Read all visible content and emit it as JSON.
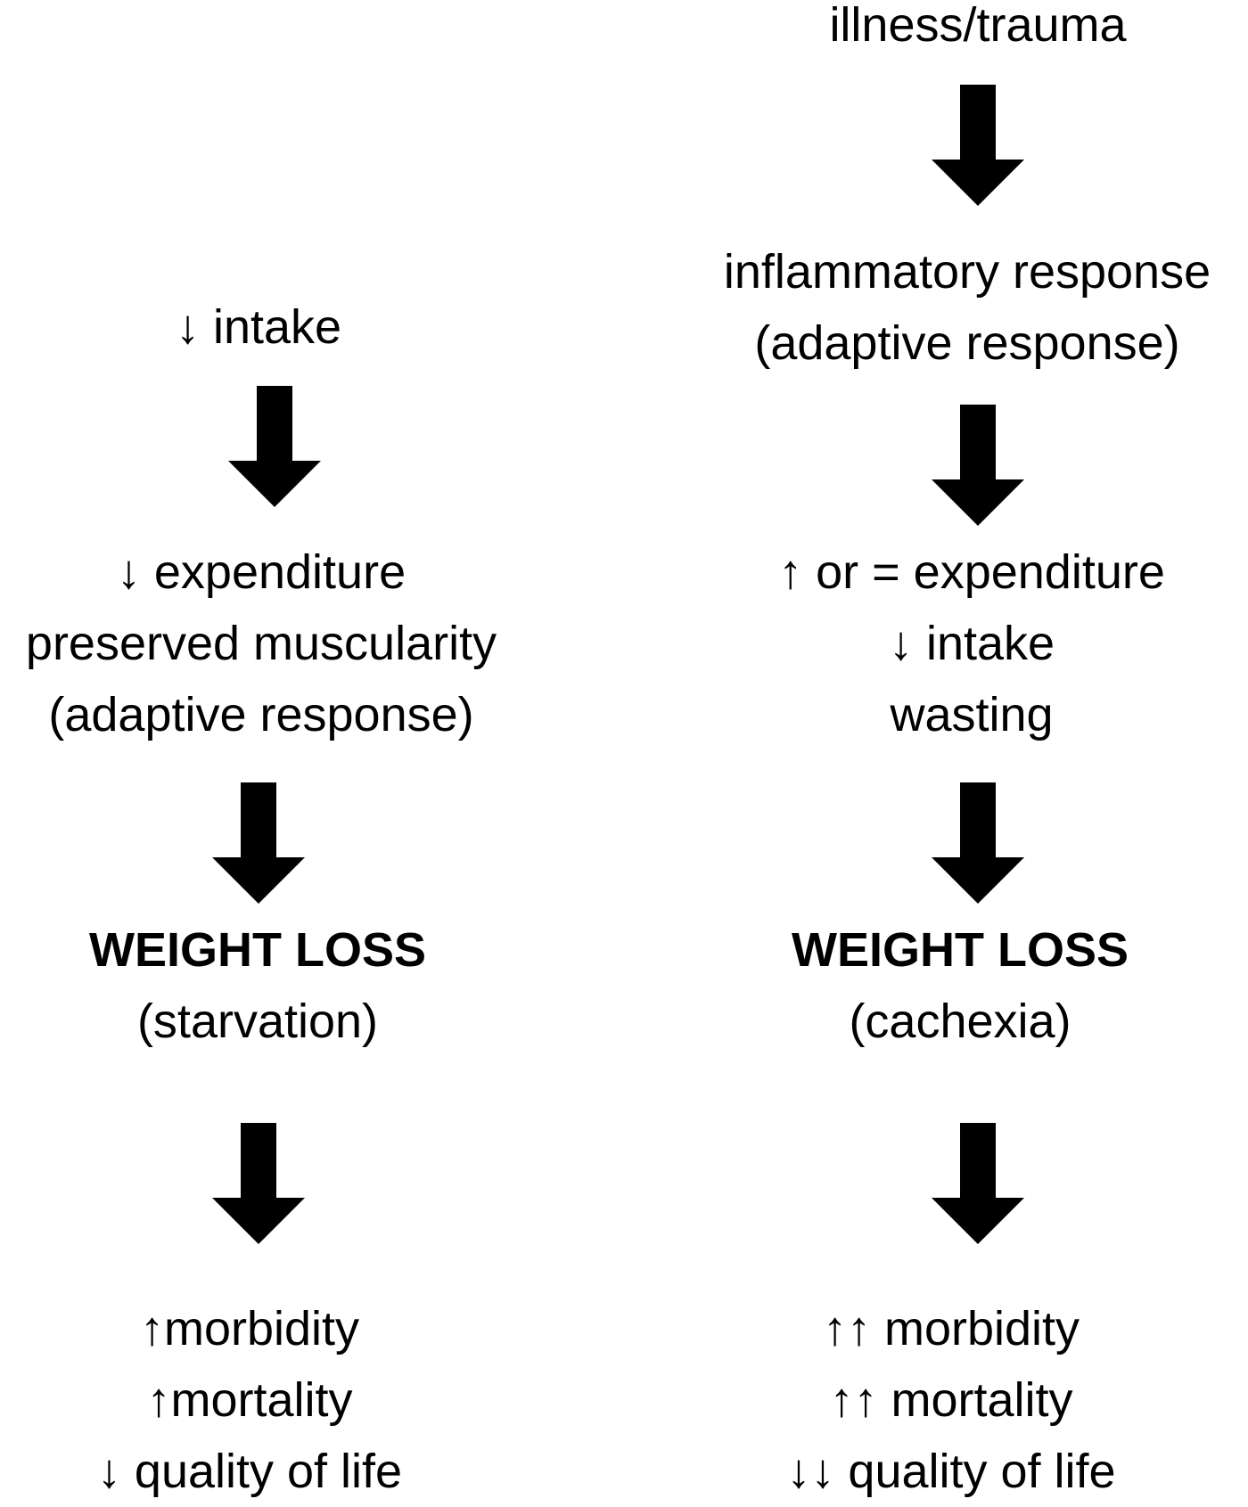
{
  "left_column": {
    "start": {
      "line1": "↓ intake"
    },
    "state": {
      "line1": "↓ expenditure",
      "line2": "preserved muscularity",
      "line3": "(adaptive response)"
    },
    "outcome": {
      "title": "WEIGHT LOSS",
      "subtitle": "(starvation)"
    },
    "consequences": {
      "line1": "↑morbidity",
      "line2": "↑mortality",
      "line3": "↓ quality of life"
    }
  },
  "right_column": {
    "start": {
      "line1": "illness/trauma"
    },
    "response": {
      "line1": "inflammatory response",
      "line2": "(adaptive response)"
    },
    "state": {
      "line1": "↑ or = expenditure",
      "line2": "↓ intake",
      "line3": "wasting"
    },
    "outcome": {
      "title": "WEIGHT LOSS",
      "subtitle": "(cachexia)"
    },
    "consequences": {
      "line1": "↑↑ morbidity",
      "line2": "↑↑ mortality",
      "line3": "↓↓ quality of life"
    }
  },
  "colors": {
    "arrow": "#000000",
    "text": "#000000",
    "background": "#ffffff"
  },
  "icons": {
    "flow_arrow": "down-arrow-icon"
  }
}
